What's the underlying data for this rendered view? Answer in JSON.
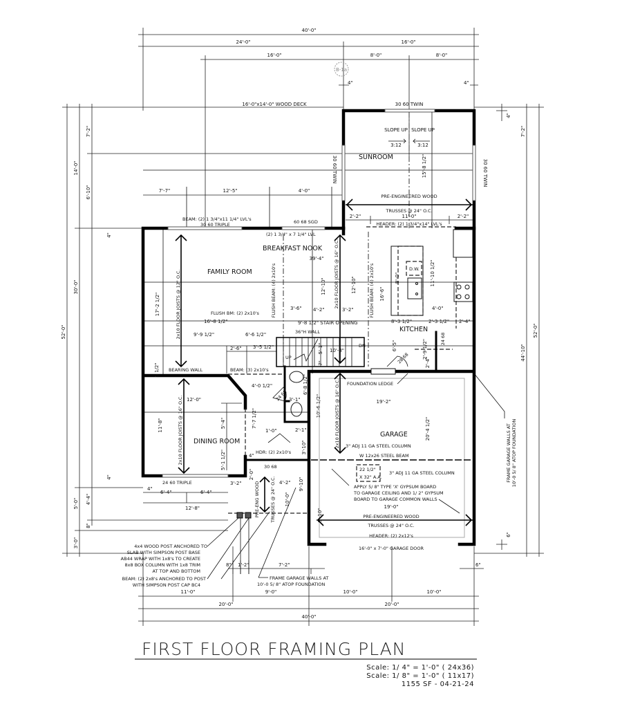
{
  "title": {
    "main": "FIRST FLOOR FRAMING PLAN",
    "scale_1": "Scale: 1/ 4\" = 1'-0\" ( 24x36)",
    "scale_2": "Scale: 1/ 8\" = 1'-0\" ( 11x17)",
    "area_date": "1155 SF - 04-21-24"
  },
  "section_marker": "B-1a",
  "rooms": {
    "family_room": "FAMILY ROOM",
    "breakfast_nook": "BREAKFAST NOOK",
    "sunroom": "SUNROOM",
    "kitchen": "KITCHEN",
    "dining_room": "DINING ROOM",
    "garage": "GARAGE",
    "dishwasher": "D.W."
  },
  "dimensions": {
    "top_total": "40'-0\"",
    "top_left": "24'-0\"",
    "top_right": "16'-0\"",
    "deck": "16'-0\"",
    "sun_left": "8'-0\"",
    "sun_right": "8'-0\"",
    "top_4in_a": "4\"",
    "top_4in_b": "4\"",
    "left_total": "52'-0\"",
    "left_14": "14'-0\"",
    "left_30": "30'-0\"",
    "left_5": "5'-0\"",
    "left_3": "3'-0\"",
    "left_7_2": "7'-2\"",
    "left_6_10": "6'-10\"",
    "left_4_4": "4'-4\"",
    "left_8in": "8\"",
    "left_4in_a": "4\"",
    "left_4in_b": "4\"",
    "right_total": "52'-0\"",
    "right_44_10": "44'-10\"",
    "right_7_2": "7'-2\"",
    "right_4in": "4\"",
    "right_6in": "6\"",
    "bot_11": "11'-0\"",
    "bot_9": "9'-0\"",
    "bot_10a": "10'-0\"",
    "bot_10b": "10'-0\"",
    "bot_20a": "20'-0\"",
    "bot_20b": "20'-0\"",
    "bot_total": "40'-0\"",
    "bot_8in": "8\"",
    "bot_1_2": "1'-2\"",
    "bot_7_2": "7'-2\"",
    "bot_6in": "6\"",
    "deck_7_7": "7'-7\"",
    "deck_12_5": "12'-5\"",
    "deck_4_0": "4'-0\"",
    "sun_11_0": "11'-0\"",
    "sun_2_2a": "2'-2\"",
    "sun_2_2b": "2'-2\"",
    "sun_15_8": "15'-8 1/2\"",
    "d_39_4": "39'-4\"",
    "d_17_2": "17'-2 1/2\"",
    "d_16_8": "16'-8 1/2\"",
    "d_9_9": "9'-9 1/2\"",
    "d_6_6": "6'-6 1/2\"",
    "d_2_6": "2'-6\"",
    "d_3_5": "3'-5 1/2\"",
    "d_3_6": "3'-6\"",
    "d_4_2": "4'-2\"",
    "d_3_2": "3'-2\"",
    "stair_opening": "9'-8 1/2\" STAIR OPENING",
    "d_12_10a": "12'-10\"",
    "d_12_10b": "12'-10\"",
    "d_16_6": "16'-6\"",
    "d_8_0": "8'-0\"",
    "d_11_10": "11'-10 1/2\"",
    "d_4_0": "4'-0\"",
    "d_8_3": "8'-3 1/2\"",
    "d_2_3": "2'-3 1/2\"",
    "d_2_4": "2'-4\"",
    "d_6_5": "6'-5\"",
    "d_2_9": "2'-9 1/2\"",
    "d_2_4b": "2'-4\"",
    "d_10_8": "10'-8\"",
    "d_5_1": "5'-1\"",
    "d_7in": "7\"",
    "d_5_half": "5 1/2\"",
    "dn_12_0": "12'-0\"",
    "dn_11_8": "11'-8\"",
    "dn_5_4": "5'-4\"",
    "dn_5_1": "5'-1 1/2\"",
    "dn_4_0": "4'-0 1/2\"",
    "dn_7_7": "7'-7 1/2\"",
    "dn_6_8": "6'-8 1/2\"",
    "dn_3_1": "3'-1\"",
    "dn_10_6": "10'-6 1/2\"",
    "dn_1_0": "1'-0\"",
    "dn_2_1": "2'-1\"",
    "dn_3_10": "3'-10\"",
    "dn_2_0": "2'-0\"",
    "dn_4in": "4\"",
    "g_19_2": "19'-2\"",
    "g_20_4": "20'-4 1/2\"",
    "g_19_0": "19'-0\"",
    "g_9_10": "9'-10\"",
    "p_6_4a": "6'-4\"",
    "p_6_4b": "6'-4\"",
    "p_12_8": "12'-8\"",
    "p_4in": "4\"",
    "p_3_2": "3'-2\"",
    "p_4_2": "4'-2\"",
    "p_10_0": "10'-0\"",
    "p_9_10": "9'-10\""
  },
  "openings": {
    "sun_top": "30 60 TWIN",
    "sun_right": "30 60 TWIN",
    "sun_left": "30 60 TWIN",
    "family_window": "30 60 TRIPLE",
    "slider": "60 68 SGD",
    "dining_window": "24 60 TRIPLE",
    "door_3068": "30 68",
    "door_2468a": "24 68",
    "door_2468b": "24 68",
    "door_2868": "28 68",
    "garage_door": "16'-0\" x 7'-0\" GARAGE DOOR"
  },
  "notes": {
    "deck": "16'-0\"x14'-0\" WOOD DECK",
    "beam_lvl": "BEAM: (2) 1 3/4\"x11 1/4\" LVL's",
    "lvl_71": "(2) 1 3/4\" x 7 1/4\" LVL",
    "sun_trusses_1": "PRE-ENGINEERED WOOD",
    "sun_trusses_2": "TRUSSES @ 24\" O.C.",
    "header_lvl": "HEADER: (2) 1 3/4\"x14\" LVL's",
    "slope_up_1": "SLOPE UP",
    "slope_1": "3:12",
    "slope_up_2": "SLOPE UP",
    "slope_2": "3:12",
    "joists_12": "2x10 FLOOR JOISTS @ 12\" O.C.",
    "joists_16a": "2x10 FLOOR JOISTS @ 16\" O.C.",
    "joists_16b": "2x10 FLOOR JOISTS @ 16\" O.C.",
    "joists_16c": "2x10 FLOOR JOISTS @ 16\" O.C.",
    "flush_beam_a": "FLUSH BEAM: (4) 2x10's",
    "flush_beam_b": "FLUSH BEAM: (4) 2x10's",
    "flush_bm": "FLUSH BM: (2) 2x10's",
    "half_wall": "36\"H WALL",
    "bearing_wall": "BEARING WALL",
    "beam_3": "BEAM: (3) 2x10's",
    "up": "UP",
    "dn": "DN",
    "hdr": "HDR: (2) 2x10's",
    "foundation_ledge": "FOUNDATION LEDGE",
    "steel_col_1": "3\" ADJ 11 GA STEEL COLUMN",
    "steel_col_2": "3\" ADJ 11 GA STEEL COLUMN",
    "steel_beam": "W 12x26 STEEL BEAM",
    "access_1": "22 1/2\"",
    "access_2": "X 32\" A.A.",
    "gypsum_1": "APPLY 5/ 8\" TYPE 'X' GYPSUM BOARD",
    "gypsum_2": "TO GARAGE CEILING AND 1/ 2\" GYPSUM",
    "gypsum_3": "BOARD TO GARAGE COMMON WALLS",
    "garage_trusses_1": "PRE-ENGINEERED WOOD",
    "garage_trusses_2": "TRUSSES @ 24\" O.C.",
    "garage_header": "HEADER: (2) 2x12's",
    "frame_garage_right_1": "FRAME GARAGE WALLS AT",
    "frame_garage_right_2": "10'-0 5/ 8\" ATOP FOUNDATION",
    "frame_garage_bot_1": "FRAME GARAGE WALLS AT",
    "frame_garage_bot_2": "10'-0 5/ 8\" ATOP FOUNDATION",
    "porch_trusses_1": "PRE-ENG WOOD",
    "porch_trusses_2": "TRUSSES @ 24\" O.C.",
    "post_1": "4x4 WOOD POST ANCHORED TO",
    "post_2": "SLAB WITH SIMPSON POST BASE",
    "post_3": "AB44 WRAP WITH 1x8's TO CREATE",
    "post_4": "8x8 BOX COLUMN WITH 1x8 TRIM",
    "post_5": "AT TOP AND BOTTOM",
    "post_6": "BEAM: (2) 2x8's ANCHORED TO POST",
    "post_7": "WITH SIMPSON POST CAP BC4"
  }
}
